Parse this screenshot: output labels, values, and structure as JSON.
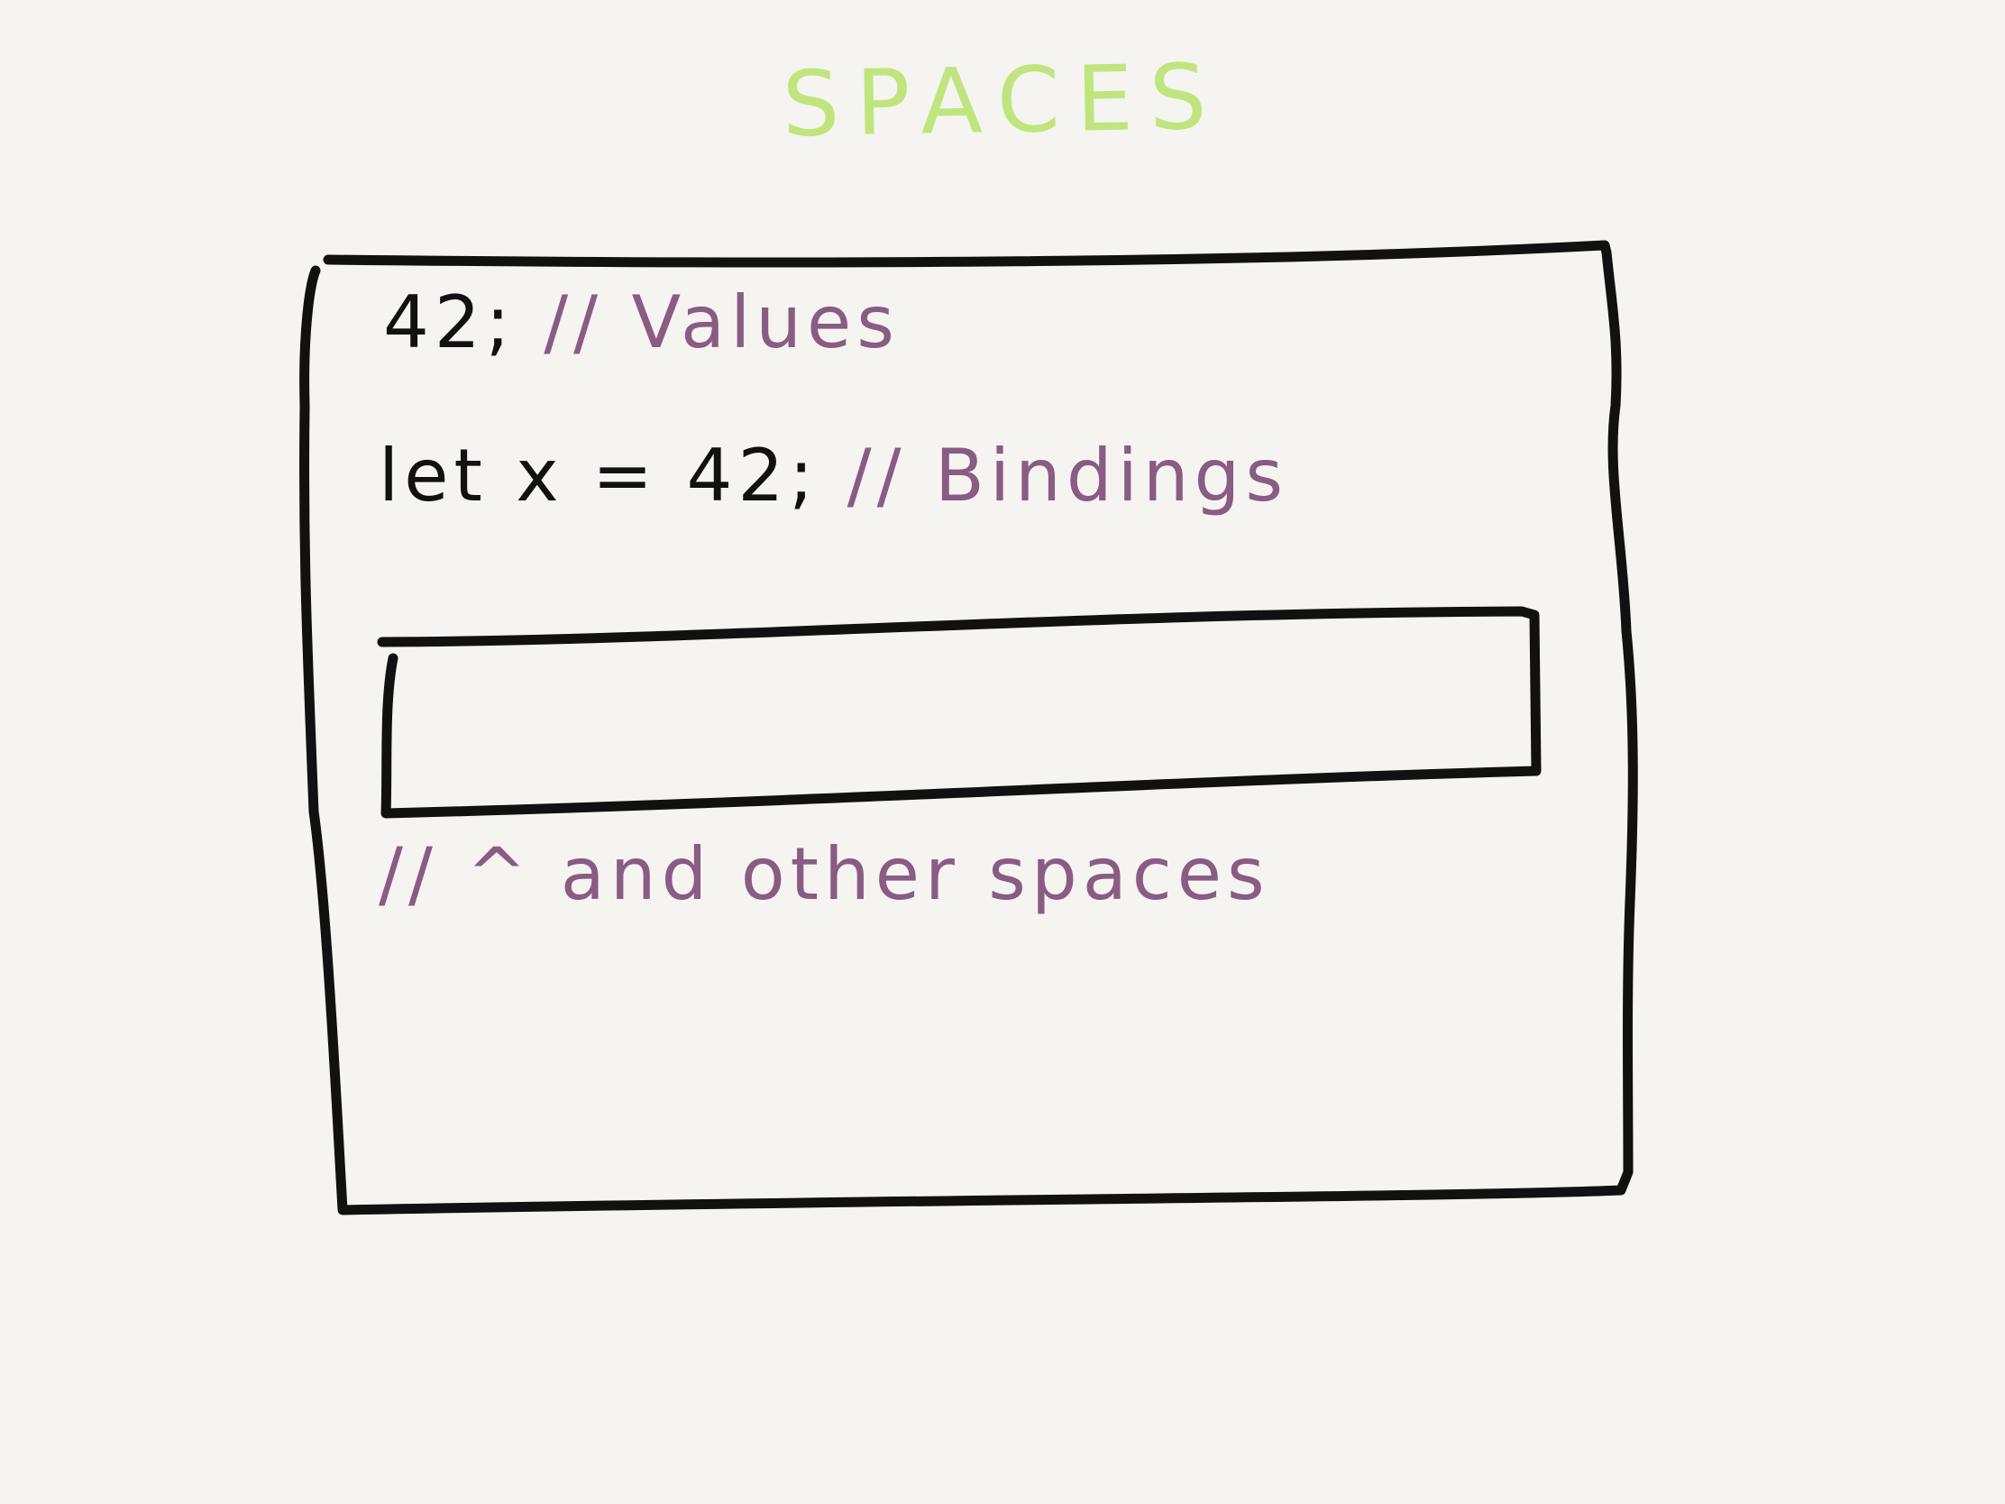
{
  "title": "SPACES",
  "lines": {
    "values_code": "42;",
    "values_comment": "// Values",
    "bindings_code": "let x = 42;",
    "bindings_comment": "// Bindings",
    "other_spaces_comment": "// ^ and other spaces"
  },
  "colors": {
    "background": "#f5f4f0",
    "title": "#c0e57f",
    "code": "#111111",
    "comment": "#8a5b84",
    "stroke": "#111111"
  }
}
